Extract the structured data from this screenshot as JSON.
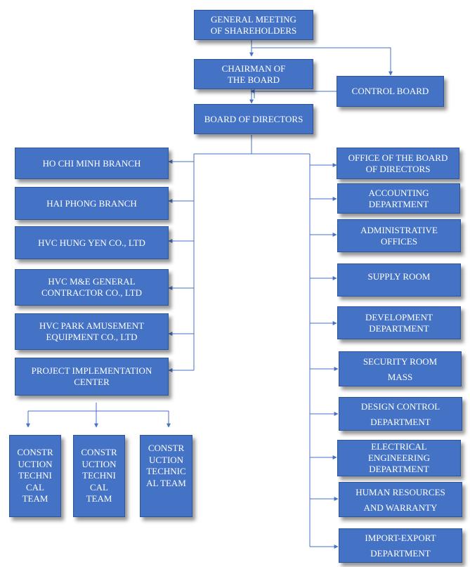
{
  "top": {
    "general_meeting": "GENERAL  MEETING OF SHAREHOLDERS",
    "chairman": "CHAIRMAN OF THE BOARD",
    "control_board": "CONTROL BOARD",
    "board_of_directors": "BOARD OF DIRECTORS"
  },
  "branches": [
    "HO CHI MINH BRANCH",
    "HAI PHONG BRANCH",
    "HVC HUNG YEN CO., LTD",
    "HVC M&E GENERAL CONTRACTOR CO., LTD",
    "HVC PARK AMUSEMENT EQUIPMENT CO., LTD",
    "PROJECT IMPLEMENTATION CENTER"
  ],
  "teams": [
    "CONSTR\nUCTION\nTECHNI\nCAL\nTEAM",
    "CONSTR\nUCTION\nTECHNI\nCAL\nTEAM",
    "CONSTR\nUCTION\nTECHNIC\nAL TEAM"
  ],
  "departments": [
    "OFFICE OF THE BOARD OF DIRECTORS",
    "ACCOUNTING DEPARTMENT",
    "ADMINISTRATIVE OFFICES",
    "SUPPLY ROOM",
    "DEVELOPMENT DEPARTMENT",
    "SECURITY ROOM\n\nMASS",
    "DESIGN CONTROL\n\nDEPARTMENT",
    "ELECTRICAL ENGINEERING DEPARTMENT",
    "HUMAN RESOURCES\n\nAND WARRANTY",
    "IMPORT-EXPORT\n\nDEPARTMENT"
  ],
  "colors": {
    "box_fill": "#4472c4",
    "box_border": "#2f5597",
    "connector": "#4472c4",
    "text": "#ffffff"
  }
}
